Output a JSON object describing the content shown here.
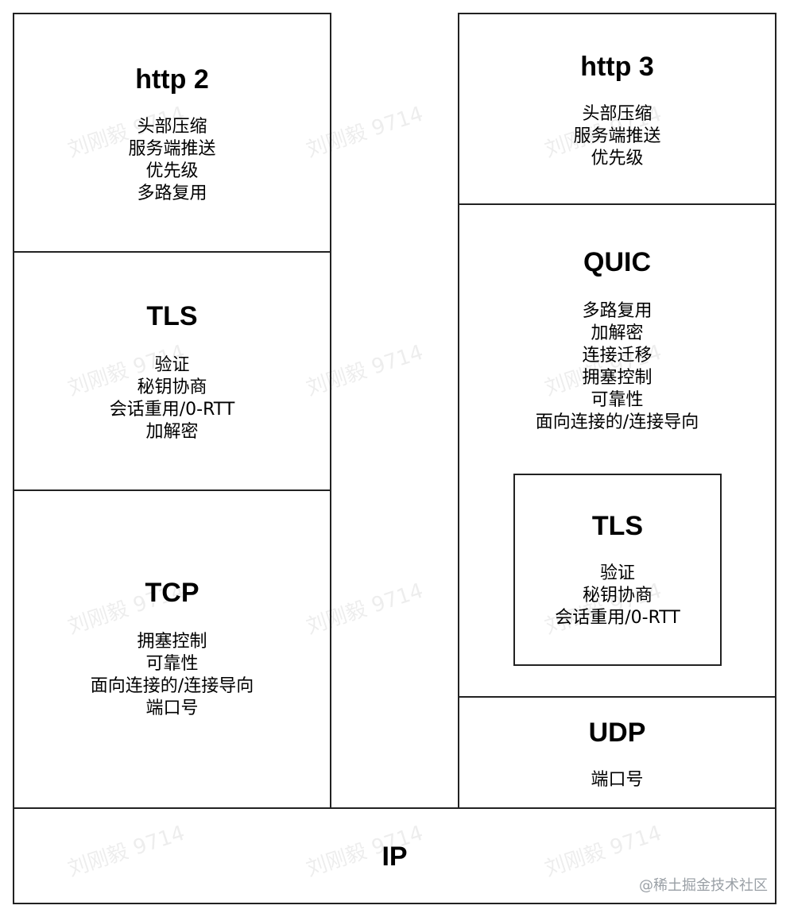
{
  "http2": {
    "title": "http 2",
    "features": [
      "头部压缩",
      "服务端推送",
      "优先级",
      "多路复用"
    ]
  },
  "tls_left": {
    "title": "TLS",
    "features": [
      "验证",
      "秘钥协商",
      "会话重用/0-RTT",
      "加解密"
    ]
  },
  "tcp": {
    "title": "TCP",
    "features": [
      "拥塞控制",
      "可靠性",
      "面向连接的/连接导向",
      "端口号"
    ]
  },
  "http3": {
    "title": "http 3",
    "features": [
      "头部压缩",
      "服务端推送",
      "优先级"
    ]
  },
  "quic": {
    "title": "QUIC",
    "features": [
      "多路复用",
      "加解密",
      "连接迁移",
      "拥塞控制",
      "可靠性",
      "面向连接的/连接导向"
    ]
  },
  "tls_inner": {
    "title": "TLS",
    "features": [
      "验证",
      "秘钥协商",
      "会话重用/0-RTT"
    ]
  },
  "udp": {
    "title": "UDP",
    "features": [
      "端口号"
    ]
  },
  "ip": {
    "title": "IP"
  },
  "watermark": "刘刚毅 9714",
  "credit": "@稀土掘金技术社区"
}
